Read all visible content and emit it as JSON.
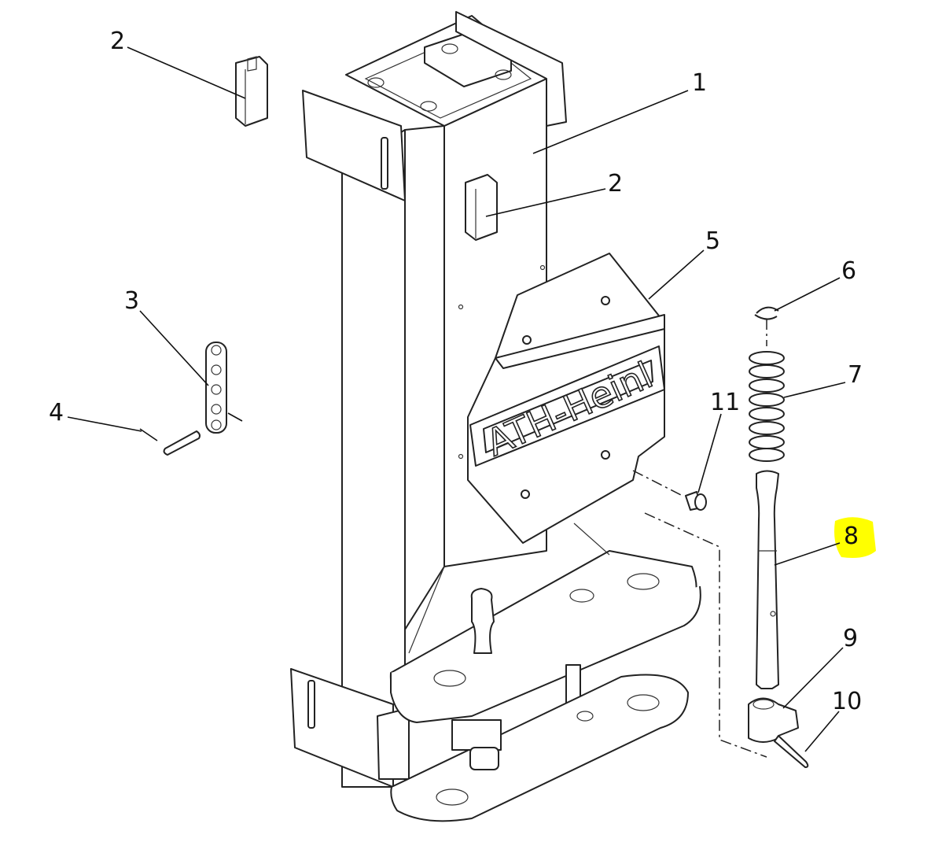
{
  "diagram": {
    "brand_text": "ATH-Heinl",
    "highlight_color": "#ffff00",
    "callouts": [
      {
        "id": "c1",
        "label": "1"
      },
      {
        "id": "c2a",
        "label": "2"
      },
      {
        "id": "c2b",
        "label": "2"
      },
      {
        "id": "c3",
        "label": "3"
      },
      {
        "id": "c4",
        "label": "4"
      },
      {
        "id": "c5",
        "label": "5"
      },
      {
        "id": "c6",
        "label": "6"
      },
      {
        "id": "c7",
        "label": "7"
      },
      {
        "id": "c8",
        "label": "8",
        "highlighted": true
      },
      {
        "id": "c9",
        "label": "9"
      },
      {
        "id": "c10",
        "label": "10"
      },
      {
        "id": "c11",
        "label": "11"
      }
    ]
  }
}
